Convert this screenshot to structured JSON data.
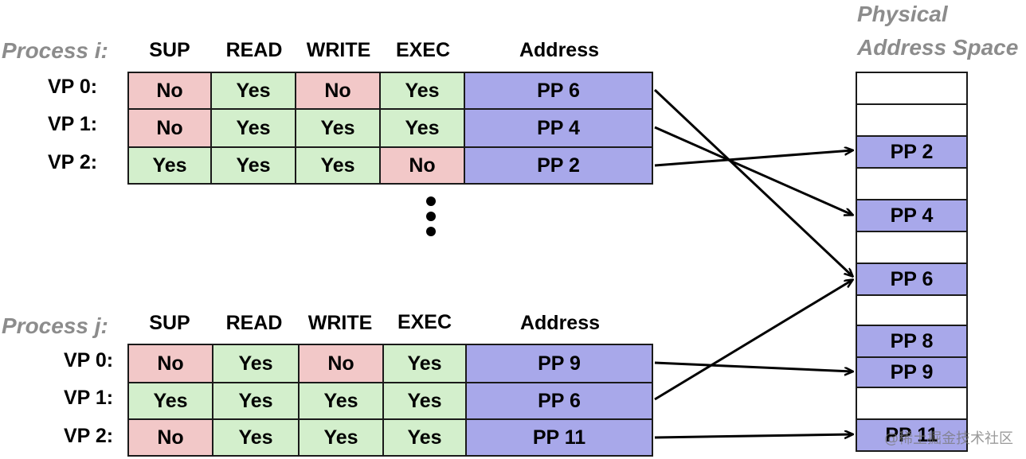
{
  "physical": {
    "title_line1": "Physical",
    "title_line2": "Address Space",
    "slots": [
      "",
      "",
      "PP 2",
      "",
      "PP 4",
      "",
      "PP 6",
      "",
      "PP 8",
      "PP 9",
      "",
      "PP 11"
    ]
  },
  "headers": [
    "SUP",
    "READ",
    "WRITE",
    "EXEC",
    "Address"
  ],
  "process_i": {
    "title": "Process i:",
    "rows": [
      {
        "vp": "VP 0:",
        "sup": "No",
        "read": "Yes",
        "write": "No",
        "exec": "Yes",
        "address": "PP 6"
      },
      {
        "vp": "VP 1:",
        "sup": "No",
        "read": "Yes",
        "write": "Yes",
        "exec": "Yes",
        "address": "PP 4"
      },
      {
        "vp": "VP 2:",
        "sup": "Yes",
        "read": "Yes",
        "write": "Yes",
        "exec": "No",
        "address": "PP 2"
      }
    ]
  },
  "process_j": {
    "title": "Process j:",
    "rows": [
      {
        "vp": "VP 0:",
        "sup": "No",
        "read": "Yes",
        "write": "No",
        "exec": "Yes",
        "address": "PP 9"
      },
      {
        "vp": "VP 1:",
        "sup": "Yes",
        "read": "Yes",
        "write": "Yes",
        "exec": "Yes",
        "address": "PP 6"
      },
      {
        "vp": "VP 2:",
        "sup": "No",
        "read": "Yes",
        "write": "Yes",
        "exec": "Yes",
        "address": "PP 11"
      }
    ]
  },
  "watermark": "@稀土掘金技术社区",
  "colors": {
    "no": "#f2c8c8",
    "yes": "#d3efcc",
    "address": "#a8a8ea",
    "title_gray": "#8c8c8c"
  }
}
